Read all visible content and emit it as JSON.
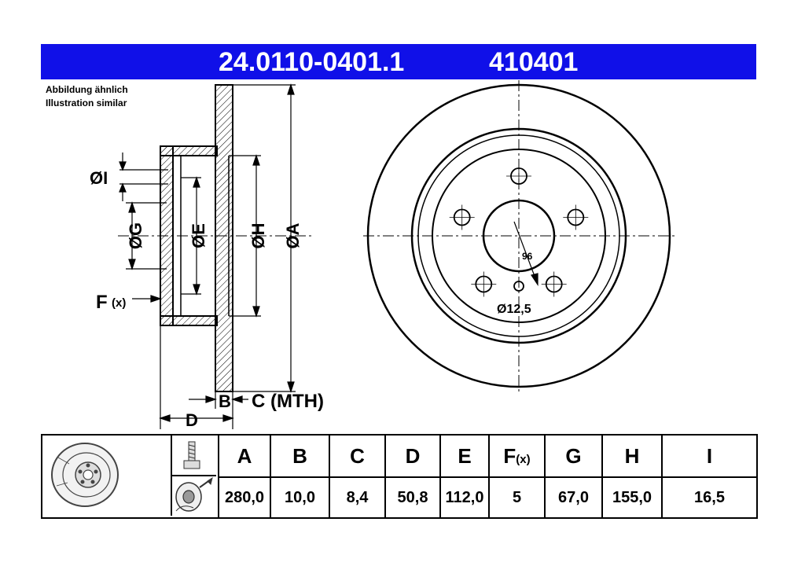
{
  "header": {
    "part_number": "24.0110-0401.1",
    "short_number": "410401"
  },
  "note": {
    "line1": "Abbildung ähnlich",
    "line2": "Illustration similar"
  },
  "labels": {
    "dia_i": "ØI",
    "dia_g": "ØG",
    "dia_e": "ØE",
    "dia_h": "ØH",
    "dia_a": "ØA",
    "f": "F",
    "f_sub": "(x)",
    "b": "B",
    "c": "C (MTH)",
    "d": "D",
    "angle": "96",
    "bolt_hole": "Ø12,5"
  },
  "table": {
    "headers": [
      {
        "main": "A",
        "sub": ""
      },
      {
        "main": "B",
        "sub": ""
      },
      {
        "main": "C",
        "sub": ""
      },
      {
        "main": "D",
        "sub": ""
      },
      {
        "main": "E",
        "sub": ""
      },
      {
        "main": "F",
        "sub": "(x)"
      },
      {
        "main": "G",
        "sub": ""
      },
      {
        "main": "H",
        "sub": ""
      },
      {
        "main": "I",
        "sub": ""
      }
    ],
    "values": [
      "280,0",
      "10,0",
      "8,4",
      "50,8",
      "112,0",
      "5",
      "67,0",
      "155,0",
      "16,5"
    ]
  },
  "icons": [
    "brake-disc-thumbnail-icon",
    "bolt-icon",
    "disc-mounting-icon"
  ]
}
